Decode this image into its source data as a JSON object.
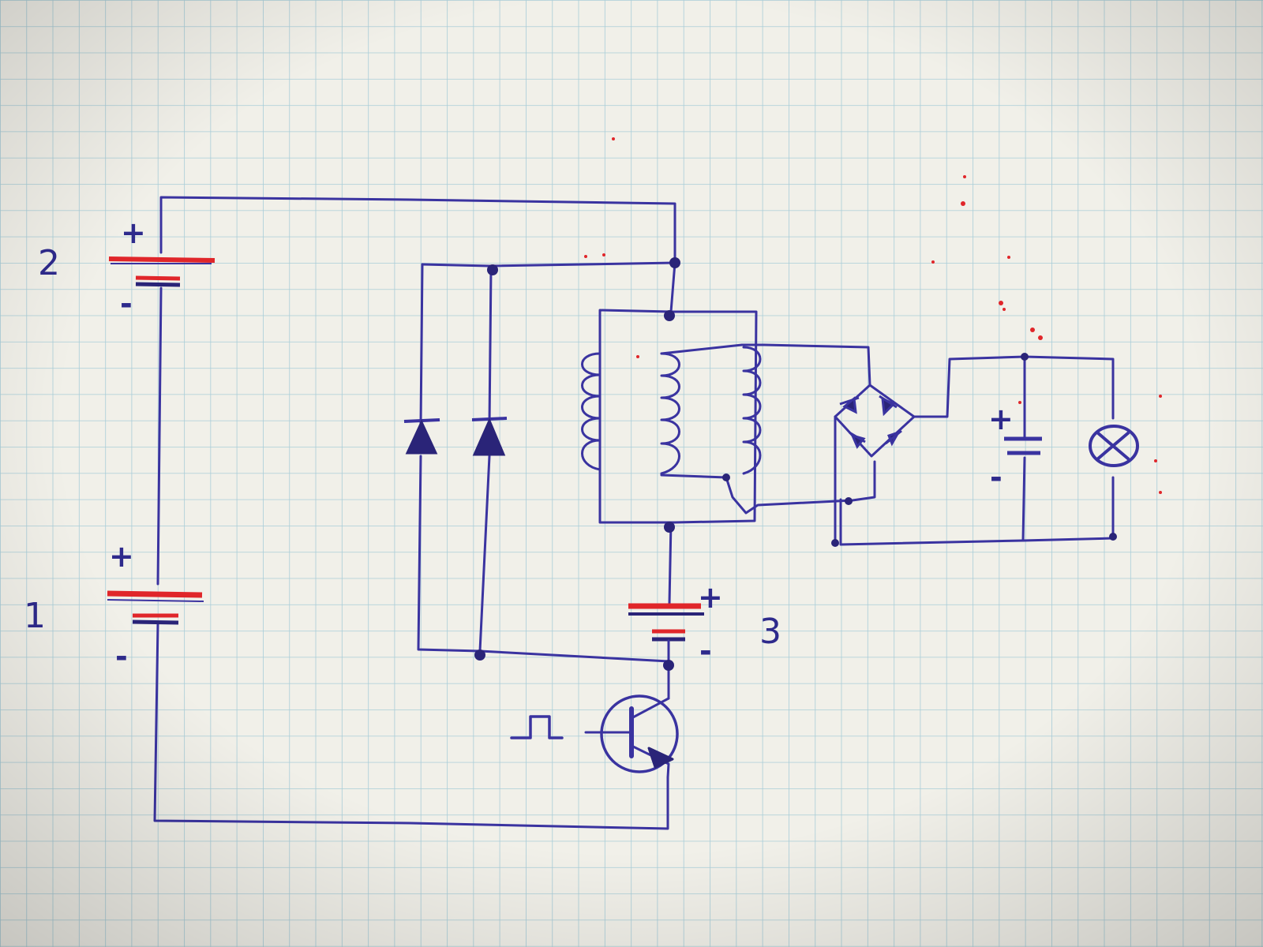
{
  "colors": {
    "paper": "#f1f0e9",
    "grid": "#a9cdd8",
    "ink": "#3a33a0",
    "ink_dark": "#2a2478",
    "red": "#e0262a"
  },
  "labels": {
    "battery_1": "1",
    "battery_2": "2",
    "battery_3": "3",
    "plus": "+",
    "minus": "-"
  },
  "icons": {
    "pulse": "pulse-signal-icon",
    "lamp": "lamp-icon"
  }
}
